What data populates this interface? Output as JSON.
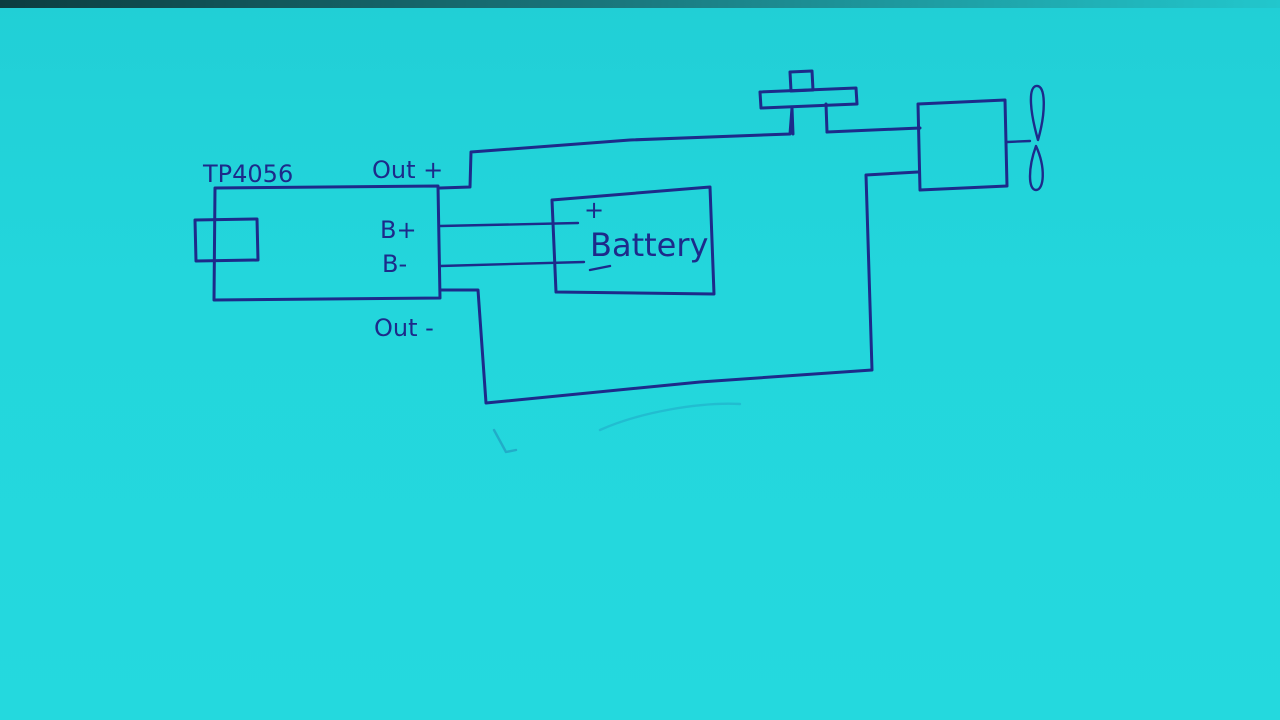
{
  "labels": {
    "module": "TP4056",
    "out_plus": "Out +",
    "b_plus": "B+",
    "b_minus": "B-",
    "out_minus": "Out -",
    "battery": "Battery",
    "battery_plus": "+"
  },
  "colors": {
    "paper": "#22d4da",
    "ink": "#1d2a8a"
  },
  "icons": {
    "switch": "push-switch-icon",
    "motor": "motor-box-icon",
    "fan": "propeller-icon"
  }
}
